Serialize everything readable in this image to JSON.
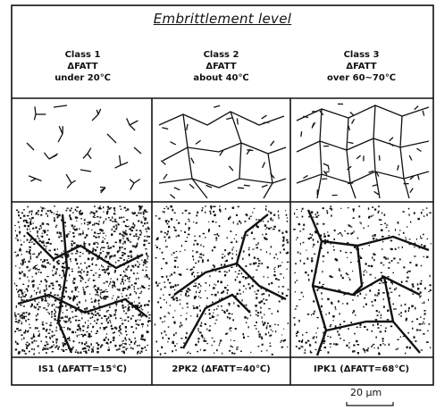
{
  "title": "Embrittlement level",
  "classes": [
    {
      "name": "Class 1",
      "delta": "ΔFATT",
      "range": "under 20℃"
    },
    {
      "name": "Class 2",
      "delta": "ΔFATT",
      "range": "about 40℃"
    },
    {
      "name": "Class 3",
      "delta": "ΔFATT",
      "range": "over 60∼70℃"
    }
  ],
  "captions": [
    "IS1 (ΔFATT=15℃)",
    "2PK2 (ΔFATT=40℃)",
    "IPK1 (ΔFATT=68℃)"
  ],
  "scale_bar": "20 µm"
}
